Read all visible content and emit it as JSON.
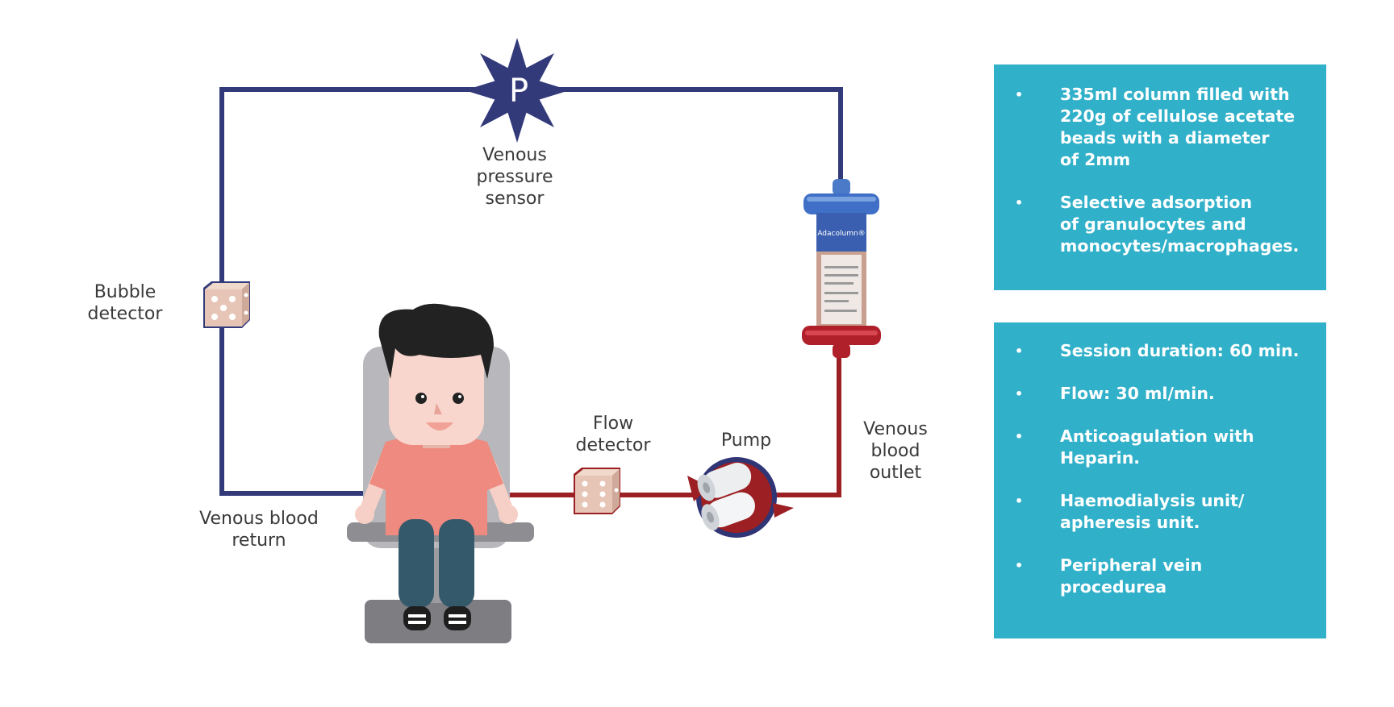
{
  "colors": {
    "return_line": "#333a7a",
    "outlet_line": "#9b1f23",
    "info_box": "#31b0c9",
    "pressure_star": "#333a7a",
    "detector_cube": "#e3c3b3"
  },
  "labels": {
    "pressure_symbol": "P",
    "venous_pressure_sensor": "Venous\npressure\nsensor",
    "bubble_detector": "Bubble\ndetector",
    "venous_blood_return": "Venous blood\nreturn",
    "flow_detector": "Flow\ndetector",
    "pump": "Pump",
    "venous_blood_outlet": "Venous\nblood\noutlet",
    "column_brand": "Adacolumn®"
  },
  "info_boxes": [
    {
      "items": [
        "335ml column filled with\n220g of cellulose acetate\nbeads with a diameter\nof 2mm",
        "Selective adsorption\nof granulocytes and\nmonocytes/macrophages."
      ]
    },
    {
      "items": [
        "Session duration: 60 min.",
        "Flow: 30 ml/min.",
        "Anticoagulation with\nHeparin.",
        "Haemodialysis unit/\napheresis unit.",
        "Peripheral vein procedurea"
      ]
    }
  ],
  "icons": {
    "pressure": "star-burst-icon",
    "bubble": "dice-cube-icon",
    "flow": "dice-cube-icon",
    "pump": "roller-pump-icon",
    "column": "adsorption-column-icon",
    "patient": "seated-patient-icon"
  }
}
